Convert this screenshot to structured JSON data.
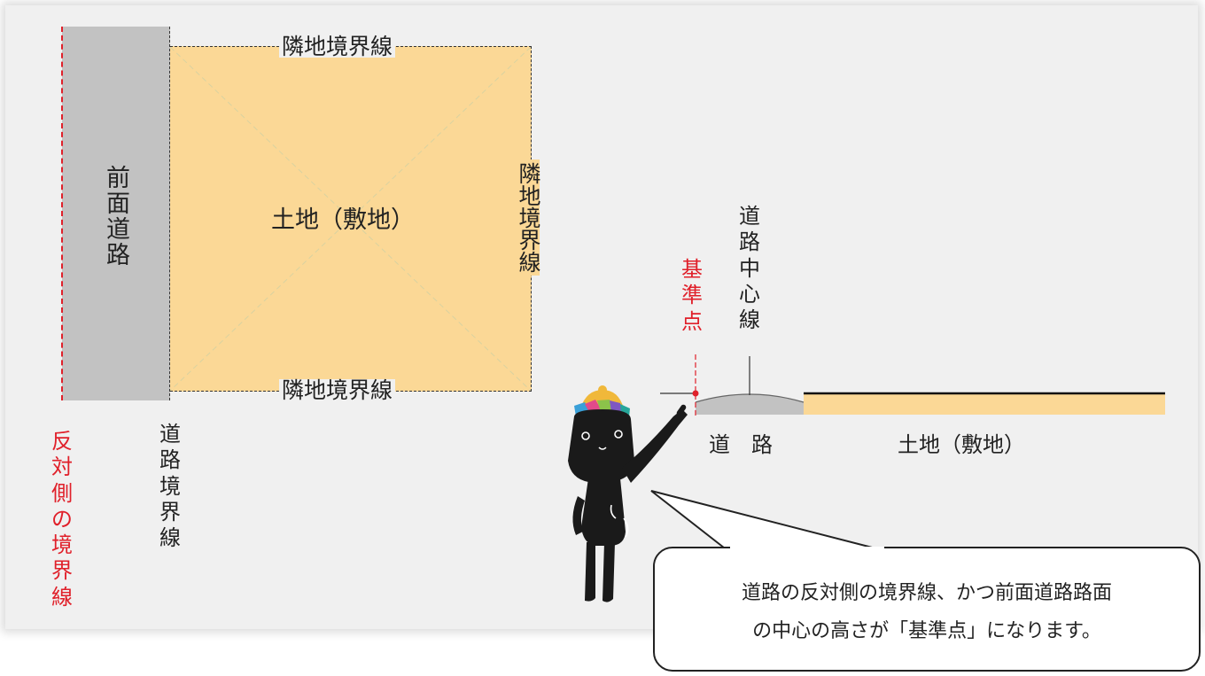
{
  "plan": {
    "front_road": "前面道路",
    "lot": "土地（敷地）",
    "neighbor_boundary_top": "隣地境界線",
    "neighbor_boundary_bottom": "隣地境界線",
    "neighbor_boundary_right": "隣地境界線",
    "opposite_boundary": "反対側の境界線",
    "road_boundary": "道路境界線"
  },
  "section": {
    "reference_point": "基準点",
    "road_center_line": "道路中心線",
    "road": "道　路",
    "lot": "土地（敷地）"
  },
  "callout": {
    "line1": "道路の反対側の境界線、かつ前面道路路面",
    "line2": "の中心の高さが「基準点」になります。"
  },
  "colors": {
    "panel": "#f0f0f0",
    "road": "#c2c2c2",
    "lot": "#fbd896",
    "accent_red": "#e0202a",
    "mascot": "#1a1a1a"
  }
}
